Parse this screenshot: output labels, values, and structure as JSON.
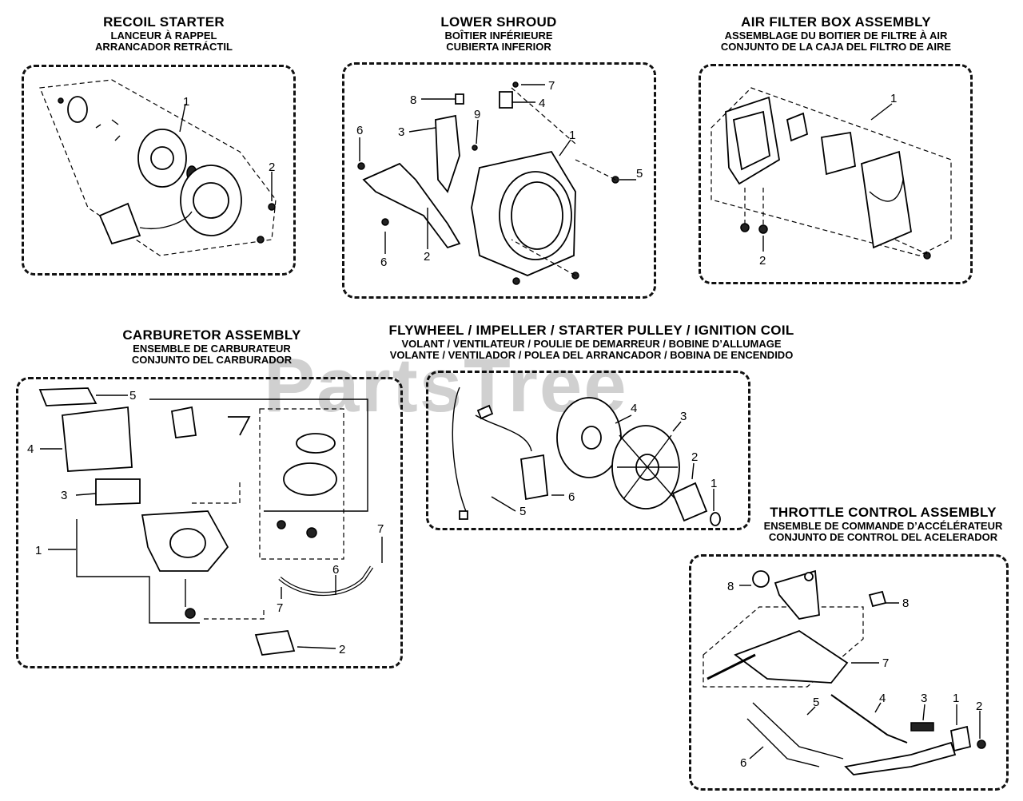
{
  "watermark": "PartsTree",
  "sections": [
    {
      "id": "recoil",
      "title": "RECOIL STARTER",
      "fr": "LANCEUR À RAPPEL",
      "es": "ARRANCADOR RETRÁCTIL"
    },
    {
      "id": "shroud",
      "title": "LOWER SHROUD",
      "fr": "BOÎTIER INFÉRIEURE",
      "es": "CUBIERTA INFERIOR"
    },
    {
      "id": "airfilter",
      "title": "AIR FILTER BOX ASSEMBLY",
      "fr": "ASSEMBLAGE DU BOITIER DE FILTRE À AIR",
      "es": "CONJUNTO DE LA CAJA DEL FILTRO DE AIRE"
    },
    {
      "id": "carb",
      "title": "CARBURETOR ASSEMBLY",
      "fr": "ENSEMBLE DE CARBURATEUR",
      "es": "CONJUNTO DEL CARBURADOR"
    },
    {
      "id": "flywheel",
      "title": "FLYWHEEL / IMPELLER / STARTER PULLEY  / IGNITION COIL",
      "fr": "VOLANT / VENTILATEUR / POULIE DE DEMARREUR / BOBINE D’ALLUMAGE",
      "es": "VOLANTE / VENTILADOR / POLEA DEL ARRANCADOR / BOBINA DE ENCENDIDO"
    },
    {
      "id": "throttle",
      "title": "THROTTLE CONTROL ASSEMBLY",
      "fr": "ENSEMBLE DE COMMANDE D’ACCÉLÉRATEUR",
      "es": "CONJUNTO DE CONTROL DEL ACELERADOR"
    }
  ],
  "callouts": {
    "recoil": [
      "1",
      "2"
    ],
    "shroud": [
      "8",
      "7",
      "4",
      "9",
      "3",
      "1",
      "6",
      "5",
      "6",
      "2"
    ],
    "airfilter": [
      "1",
      "2"
    ],
    "carb": [
      "5",
      "4",
      "3",
      "1",
      "7",
      "6",
      "7",
      "2"
    ],
    "flywheel": [
      "4",
      "3",
      "2",
      "1",
      "6",
      "5"
    ],
    "throttle": [
      "8",
      "8",
      "7",
      "5",
      "4",
      "3",
      "1",
      "2",
      "6"
    ]
  }
}
